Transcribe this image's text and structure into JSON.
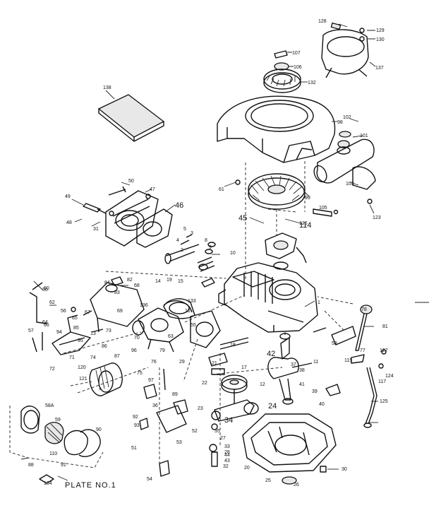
{
  "plate_title": "PLATE NO.1",
  "labels": [
    {
      "id": "l128",
      "text": "128"
    },
    {
      "id": "l129",
      "text": "129"
    },
    {
      "id": "l130",
      "text": "130"
    },
    {
      "id": "l107",
      "text": "107"
    },
    {
      "id": "l106",
      "text": "106"
    },
    {
      "id": "l137",
      "text": "137"
    },
    {
      "id": "l132",
      "text": "132"
    },
    {
      "id": "l138",
      "text": "138"
    },
    {
      "id": "l98",
      "text": "98"
    },
    {
      "id": "l102",
      "text": "102"
    },
    {
      "id": "l101",
      "text": "101"
    },
    {
      "id": "l61",
      "text": "61"
    },
    {
      "id": "l99",
      "text": "99"
    },
    {
      "id": "l103",
      "text": "103"
    },
    {
      "id": "l105",
      "text": "105"
    },
    {
      "id": "l114",
      "text": "114"
    },
    {
      "id": "l123",
      "text": "123"
    },
    {
      "id": "l45",
      "text": "45"
    },
    {
      "id": "l126",
      "text": "126"
    },
    {
      "id": "l46",
      "text": "46"
    },
    {
      "id": "l50",
      "text": "50"
    },
    {
      "id": "l47",
      "text": "47"
    },
    {
      "id": "l49",
      "text": "49"
    },
    {
      "id": "l48",
      "text": "48"
    },
    {
      "id": "l31",
      "text": "31"
    },
    {
      "id": "l10",
      "text": "10"
    },
    {
      "id": "l60",
      "text": "60"
    },
    {
      "id": "l68",
      "text": "68"
    },
    {
      "id": "l62",
      "text": "62"
    },
    {
      "id": "l136",
      "text": "136"
    },
    {
      "id": "l133",
      "text": "133"
    },
    {
      "id": "l1",
      "text": "1"
    },
    {
      "id": "l2",
      "text": "2"
    },
    {
      "id": "l3",
      "text": "3"
    },
    {
      "id": "l4",
      "text": "4"
    },
    {
      "id": "l5",
      "text": "5"
    },
    {
      "id": "l8",
      "text": "8"
    },
    {
      "id": "l9",
      "text": "9"
    },
    {
      "id": "l15",
      "text": "15"
    },
    {
      "id": "l16",
      "text": "16"
    },
    {
      "id": "l17",
      "text": "17"
    },
    {
      "id": "l13",
      "text": "13"
    },
    {
      "id": "l12",
      "text": "12"
    },
    {
      "id": "l11",
      "text": "11"
    },
    {
      "id": "l14",
      "text": "14"
    },
    {
      "id": "l18",
      "text": "18"
    },
    {
      "id": "l19",
      "text": "19"
    },
    {
      "id": "l20",
      "text": "20"
    },
    {
      "id": "l21",
      "text": "21"
    },
    {
      "id": "l22",
      "text": "22"
    },
    {
      "id": "l23",
      "text": "23"
    },
    {
      "id": "l24",
      "text": "24"
    },
    {
      "id": "l25",
      "text": "25"
    },
    {
      "id": "l26",
      "text": "26"
    },
    {
      "id": "l27",
      "text": "27"
    },
    {
      "id": "l28",
      "text": "28"
    },
    {
      "id": "l29",
      "text": "29"
    },
    {
      "id": "l30",
      "text": "30"
    },
    {
      "id": "l32",
      "text": "32"
    },
    {
      "id": "l33",
      "text": "33"
    },
    {
      "id": "l34",
      "text": "34"
    },
    {
      "id": "l35",
      "text": "35"
    },
    {
      "id": "l36",
      "text": "36"
    },
    {
      "id": "l37",
      "text": "37"
    },
    {
      "id": "l38",
      "text": "38"
    },
    {
      "id": "l39",
      "text": "39"
    },
    {
      "id": "l40",
      "text": "40"
    },
    {
      "id": "l41",
      "text": "41"
    },
    {
      "id": "l42",
      "text": "42"
    },
    {
      "id": "l43",
      "text": "43"
    },
    {
      "id": "l44",
      "text": "44"
    },
    {
      "id": "l51",
      "text": "51"
    },
    {
      "id": "l52",
      "text": "52"
    },
    {
      "id": "l53",
      "text": "53"
    },
    {
      "id": "l54",
      "text": "54"
    },
    {
      "id": "l55",
      "text": "55"
    },
    {
      "id": "l56",
      "text": "56"
    },
    {
      "id": "l57",
      "text": "57"
    },
    {
      "id": "l58",
      "text": "58"
    },
    {
      "id": "l59",
      "text": "59"
    },
    {
      "id": "l63",
      "text": "63"
    },
    {
      "id": "l64",
      "text": "64"
    },
    {
      "id": "l65",
      "text": "65"
    },
    {
      "id": "l66",
      "text": "66"
    },
    {
      "id": "l67",
      "text": "67"
    },
    {
      "id": "l69",
      "text": "69"
    },
    {
      "id": "l70",
      "text": "70"
    },
    {
      "id": "l71",
      "text": "71"
    },
    {
      "id": "l72",
      "text": "72"
    },
    {
      "id": "l73",
      "text": "73"
    },
    {
      "id": "l74",
      "text": "74"
    },
    {
      "id": "l75",
      "text": "75"
    },
    {
      "id": "l76",
      "text": "76"
    },
    {
      "id": "l77",
      "text": "77"
    },
    {
      "id": "l78",
      "text": "78"
    },
    {
      "id": "l79",
      "text": "79"
    },
    {
      "id": "l80",
      "text": "80"
    },
    {
      "id": "l81",
      "text": "81"
    },
    {
      "id": "l82",
      "text": "82"
    },
    {
      "id": "l83",
      "text": "83"
    },
    {
      "id": "l84",
      "text": "84"
    },
    {
      "id": "l85",
      "text": "85"
    },
    {
      "id": "l86",
      "text": "86"
    },
    {
      "id": "l87",
      "text": "87"
    },
    {
      "id": "l88",
      "text": "88"
    },
    {
      "id": "l89",
      "text": "89"
    },
    {
      "id": "l90",
      "text": "90"
    },
    {
      "id": "l91",
      "text": "91"
    },
    {
      "id": "l92",
      "text": "92"
    },
    {
      "id": "l93",
      "text": "93"
    },
    {
      "id": "l94",
      "text": "94"
    },
    {
      "id": "l95",
      "text": "95"
    },
    {
      "id": "l96",
      "text": "96"
    },
    {
      "id": "l97",
      "text": "97"
    },
    {
      "id": "l110",
      "text": "110"
    },
    {
      "id": "l115",
      "text": "115"
    },
    {
      "id": "l117",
      "text": "117"
    },
    {
      "id": "l120",
      "text": "120"
    },
    {
      "id": "l121",
      "text": "121"
    },
    {
      "id": "l124",
      "text": "124"
    },
    {
      "id": "l125",
      "text": "125"
    },
    {
      "id": "l127",
      "text": "127"
    },
    {
      "id": "l134",
      "text": "134"
    },
    {
      "id": "l58a",
      "text": "58A"
    }
  ]
}
